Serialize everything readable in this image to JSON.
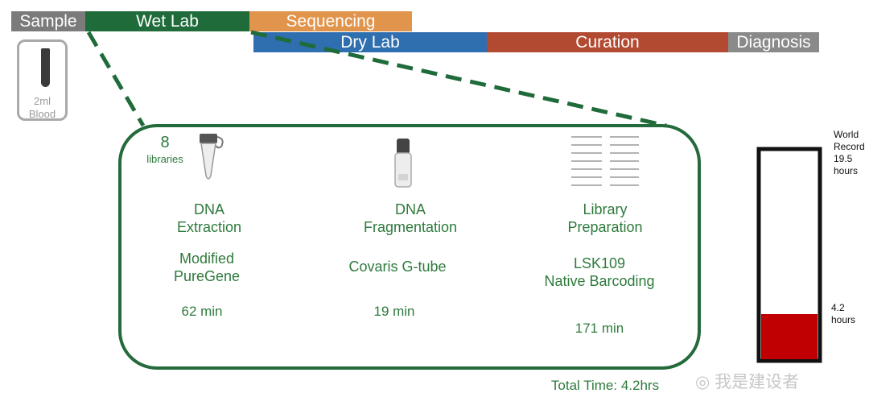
{
  "phases": {
    "sample": "Sample",
    "wet_lab": "Wet Lab",
    "sequencing": "Sequencing",
    "dry_lab": "Dry Lab",
    "curation": "Curation",
    "diagnosis": "Diagnosis"
  },
  "sample": {
    "volume": "2ml",
    "type": "Blood"
  },
  "libraries": {
    "count": "8",
    "label": "libraries"
  },
  "steps": [
    {
      "title_line1": "DNA",
      "title_line2": "Extraction",
      "method_line1": "Modified",
      "method_line2": "PureGene",
      "time": "62 min",
      "icon": "microtube-icon"
    },
    {
      "title_line1": "DNA",
      "title_line2": "Fragmentation",
      "method_line1": "Covaris G-tube",
      "time": "19 min",
      "icon": "g-tube-icon"
    },
    {
      "title_line1": "Library",
      "title_line2": "Preparation",
      "method_line1": "LSK109",
      "method_line2": "Native Barcoding",
      "time": "171 min",
      "icon": "strip-tubes-icon"
    }
  ],
  "total_time": "Total Time: 4.2hrs",
  "gauge": {
    "record_lines": [
      "World",
      "Record",
      "19.5",
      "hours"
    ],
    "current_lines": [
      "4.2",
      "hours"
    ],
    "record_hours": 19.5,
    "current_hours": 4.2
  },
  "watermark": "我是建设者",
  "colors": {
    "sample": "#7b7b7b",
    "wet_lab": "#1f6b3a",
    "sequencing": "#e1944b",
    "dry_lab": "#2f6eaf",
    "curation": "#b24a32",
    "diagnosis": "#8a8a8a",
    "process_green": "#2e7a3c",
    "gauge_fill": "#c00000"
  }
}
